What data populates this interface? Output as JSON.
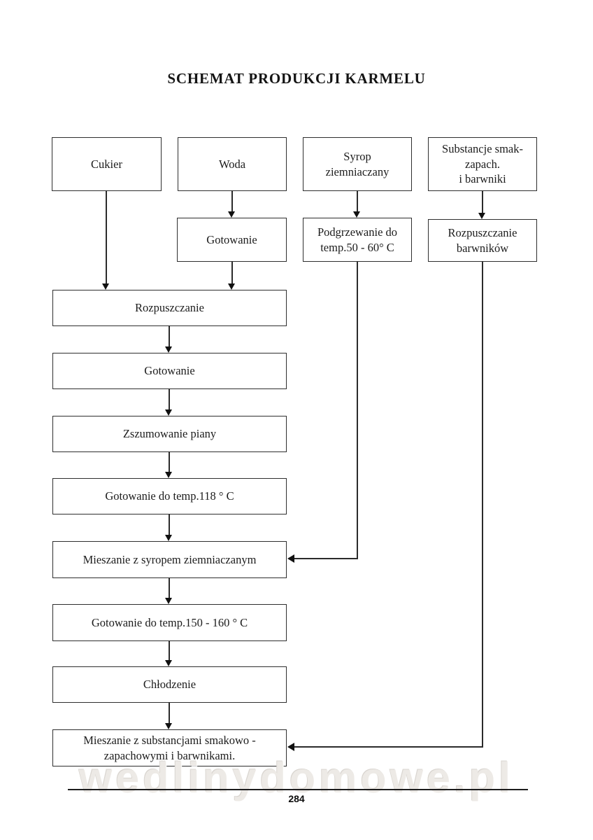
{
  "page": {
    "title": "SCHEMAT PRODUKCJI KARMELU",
    "page_number": "284",
    "watermark": "wedlinydomowe.pl"
  },
  "flowchart": {
    "nodes": {
      "cukier": "Cukier",
      "woda": "Woda",
      "syrop": "Syrop\nziemniaczany",
      "substancje": "Substancje smak-\nzapach.\ni barwniki",
      "gotowanie_wody": "Gotowanie",
      "podgrzewanie": "Podgrzewanie do\ntemp.50 - 60° C",
      "rozpuszczanie_barwnikow": "Rozpuszczanie\nbarwników",
      "rozpuszczanie": "Rozpuszczanie",
      "gotowanie": "Gotowanie",
      "zszumowanie": "Zszumowanie piany",
      "gotowanie_118": "Gotowanie do temp.118 ° C",
      "mieszanie_syrop": "Mieszanie z syropem ziemniaczanym",
      "gotowanie_150_160": "Gotowanie do temp.150 - 160 ° C",
      "chlodzenie": "Chłodzenie",
      "mieszanie_substancje": "Mieszanie z substancjami smakowo -\nzapachowymi i barwnikami."
    },
    "edges": [
      {
        "from": "cukier",
        "to": "rozpuszczanie"
      },
      {
        "from": "woda",
        "to": "gotowanie_wody"
      },
      {
        "from": "gotowanie_wody",
        "to": "rozpuszczanie"
      },
      {
        "from": "syrop",
        "to": "podgrzewanie"
      },
      {
        "from": "substancje",
        "to": "rozpuszczanie_barwnikow"
      },
      {
        "from": "rozpuszczanie",
        "to": "gotowanie"
      },
      {
        "from": "gotowanie",
        "to": "zszumowanie"
      },
      {
        "from": "zszumowanie",
        "to": "gotowanie_118"
      },
      {
        "from": "gotowanie_118",
        "to": "mieszanie_syrop"
      },
      {
        "from": "podgrzewanie",
        "to": "mieszanie_syrop"
      },
      {
        "from": "mieszanie_syrop",
        "to": "gotowanie_150_160"
      },
      {
        "from": "gotowanie_150_160",
        "to": "chlodzenie"
      },
      {
        "from": "chlodzenie",
        "to": "mieszanie_substancje"
      },
      {
        "from": "rozpuszczanie_barwnikow",
        "to": "mieszanie_substancje"
      }
    ]
  }
}
